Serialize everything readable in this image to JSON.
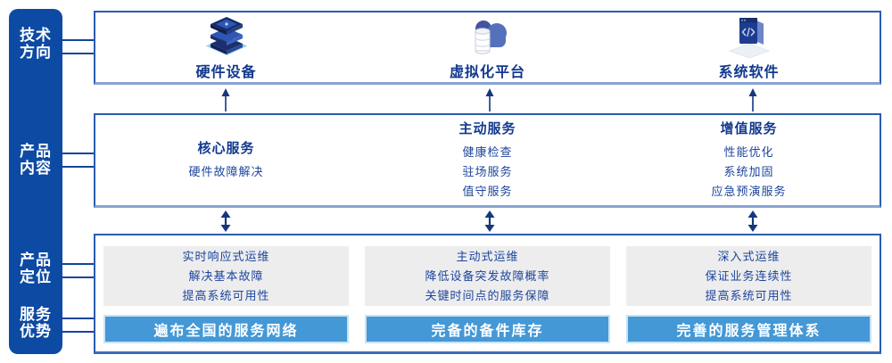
{
  "colors": {
    "sidebar_navy": "#0D4AA3",
    "box_border_blue": "#2A5CAC",
    "heading_navy": "#12398F",
    "item_blue": "#1D459C",
    "banner_blue": "#4498D6",
    "banner_outline": "#C8E3F6",
    "panel_gray": "#EDEDEE",
    "arrow_navy": "#14387F"
  },
  "sidebar": {
    "items": [
      {
        "line1": "技术",
        "line2": "方向"
      },
      {
        "line1": "产品",
        "line2": "内容"
      },
      {
        "line1": "产品",
        "line2": "定位"
      },
      {
        "line1": "服务",
        "line2": "优势"
      }
    ]
  },
  "tech_row": {
    "columns": [
      {
        "icon": "server-stack-icon",
        "label": "硬件设备"
      },
      {
        "icon": "cloud-database-icon",
        "label": "虚拟化平台"
      },
      {
        "icon": "software-window-icon",
        "label": "系统软件"
      }
    ]
  },
  "content_row": {
    "columns": [
      {
        "title": "核心服务",
        "items": [
          "硬件故障解决"
        ]
      },
      {
        "title": "主动服务",
        "items": [
          "健康检查",
          "驻场服务",
          "值守服务"
        ]
      },
      {
        "title": "增值服务",
        "items": [
          "性能优化",
          "系统加固",
          "应急预演服务"
        ]
      }
    ]
  },
  "bottom_row": {
    "columns": [
      {
        "lines": [
          "实时响应式运维",
          "解决基本故障",
          "提高系统可用性"
        ],
        "banner": "遍布全国的服务网络"
      },
      {
        "lines": [
          "主动式运维",
          "降低设备突发故障概率",
          "关键时间点的服务保障"
        ],
        "banner": "完备的备件库存"
      },
      {
        "lines": [
          "深入式运维",
          "保证业务连续性",
          "提高系统可用性"
        ],
        "banner": "完善的服务管理体系"
      }
    ]
  }
}
